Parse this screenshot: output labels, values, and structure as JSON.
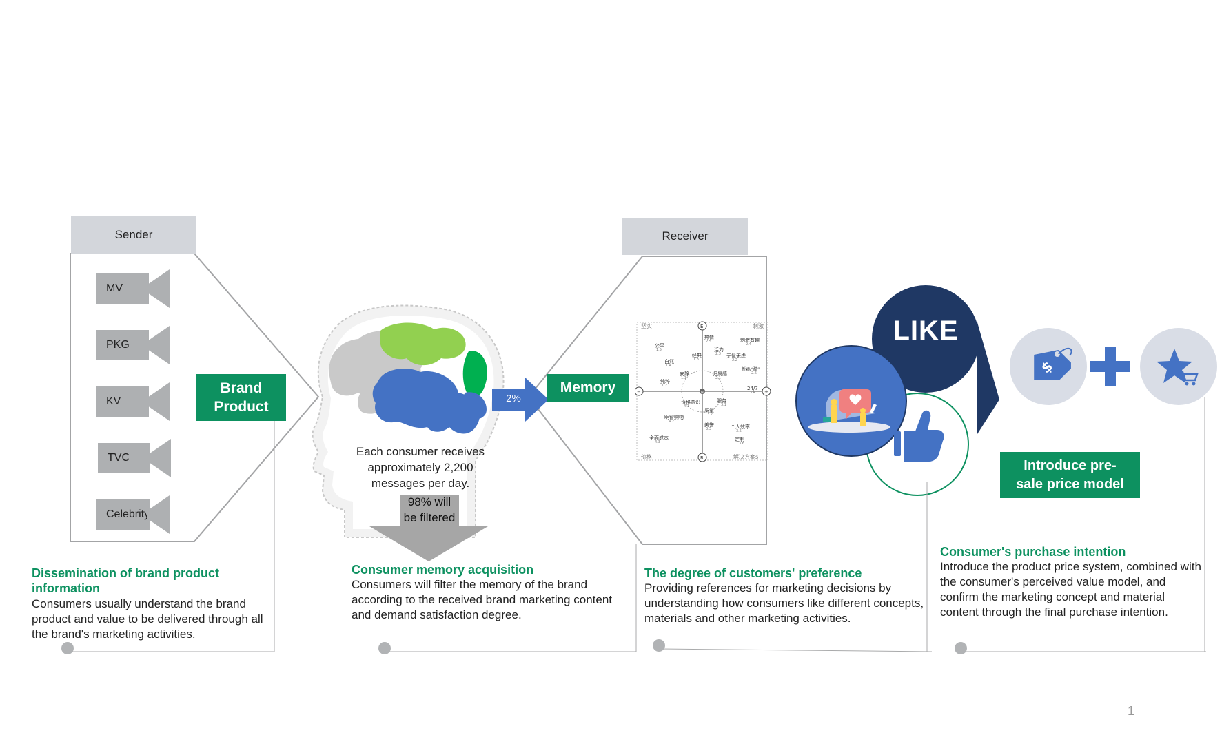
{
  "sender": {
    "header": "Sender",
    "channels": [
      "MV",
      "PKG",
      "KV",
      "TVC",
      "Celebrity"
    ],
    "brand_product": "Brand Product"
  },
  "head": {
    "messages_text": "Each consumer receives approximately 2,200 messages per day.",
    "filtered_text": "98% will be filtered",
    "arrow_percent": "2%"
  },
  "memory_label": "Memory",
  "receiver": {
    "header": "Receiver",
    "map": {
      "axis_top": "E",
      "axis_bottom": "R",
      "axis_center": "N",
      "axis_left": "−",
      "axis_right": "+",
      "corner_tl": "坚实",
      "corner_tr": "刺激",
      "corner_bl": "价格",
      "corner_br": "解决方案s",
      "items": [
        {
          "label": "热情",
          "value": "2.5"
        },
        {
          "label": "刺激有趣",
          "value": "2.4"
        },
        {
          "label": "公平",
          "value": "1.5"
        },
        {
          "label": "活力",
          "value": "2.3"
        },
        {
          "label": "经典",
          "value": "1.3"
        },
        {
          "label": "无忧无虑",
          "value": "2.2"
        },
        {
          "label": "自然",
          "value": "1.4"
        },
        {
          "label": "新颖/“酷”",
          "value": "2.6"
        },
        {
          "label": "安静",
          "value": "1.1"
        },
        {
          "label": "归属感",
          "value": "2.1"
        },
        {
          "label": "24/7",
          "value": "3.4"
        },
        {
          "label": "纯粹",
          "value": "1.2"
        },
        {
          "label": "服务",
          "value": "3.1"
        },
        {
          "label": "价格意识",
          "value": "4.1"
        },
        {
          "label": "质量",
          "value": "3.2"
        },
        {
          "label": "明智购物",
          "value": "4.2"
        },
        {
          "label": "美誉",
          "value": "3.3"
        },
        {
          "label": "个人效率",
          "value": "3.5"
        },
        {
          "label": "全面成本",
          "value": "4.3"
        },
        {
          "label": "定制",
          "value": "3.6"
        }
      ]
    }
  },
  "like_label": "LIKE",
  "presale_label": "Introduce pre-sale price model",
  "captions": [
    {
      "title": "Dissemination of brand product information",
      "body": "Consumers usually understand the brand product and value to be delivered through all the brand's marketing activities."
    },
    {
      "title": "Consumer memory acquisition",
      "body": "Consumers will filter the memory of the brand according to the received brand marketing content and demand satisfaction degree."
    },
    {
      "title": "The degree of customers' preference",
      "body": "Providing references for marketing decisions by understanding how consumers like different concepts, materials and other marketing activities."
    },
    {
      "title": "Consumer's purchase intention",
      "body": "Introduce the product price system, combined with the consumer's perceived value model, and confirm the marketing concept and material content through the final purchase intention."
    }
  ],
  "page_number": "1",
  "colors": {
    "green": "#0d9160",
    "blue": "#4472c4",
    "navy": "#1f3864",
    "gray_box": "#d3d6db",
    "camera_gray": "#aeb0b2"
  },
  "icons": [
    "camera-icon",
    "head-icon",
    "brain-icon",
    "heart-message-icon",
    "thumbs-up-icon",
    "price-tag-icon",
    "plus-icon",
    "star-cart-icon"
  ]
}
